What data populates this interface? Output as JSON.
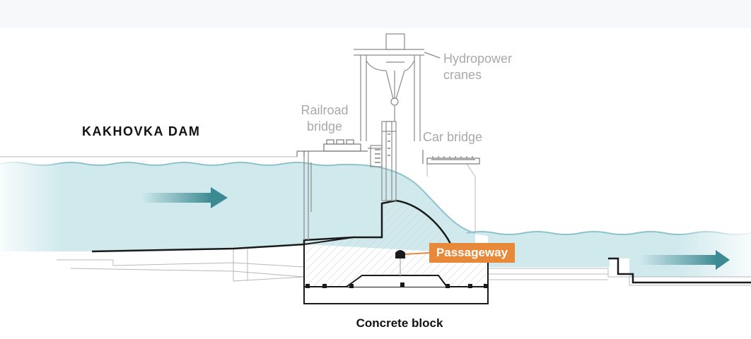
{
  "title": "KAKHOVKA DAM",
  "labels": {
    "hydropower_cranes": "Hydropower cranes",
    "railroad_bridge": "Railroad bridge",
    "car_bridge": "Car bridge",
    "passageway": "Passageway",
    "concrete_block": "Concrete block"
  },
  "colors": {
    "water": "#cfe9ed",
    "water_line": "#8fc3cc",
    "arrow": "#3c8a92",
    "passageway_accent": "#e8893a",
    "structure": "#1a1a1a",
    "muted_text": "#a9a9a9"
  },
  "icons": [
    "flow-arrow-icon",
    "flow-arrow-icon"
  ]
}
